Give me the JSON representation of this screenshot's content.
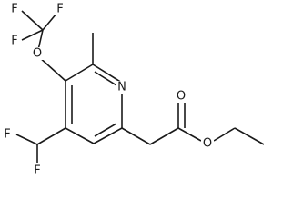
{
  "diagram": {
    "atoms": [
      {
        "id": "F1",
        "label": "F"
      },
      {
        "id": "F2",
        "label": "F"
      },
      {
        "id": "F3",
        "label": "F"
      },
      {
        "id": "O_ether",
        "label": "O"
      },
      {
        "id": "N_ring",
        "label": "N"
      },
      {
        "id": "O_carbonyl",
        "label": "O"
      },
      {
        "id": "O_ester",
        "label": "O"
      },
      {
        "id": "F4",
        "label": "F"
      },
      {
        "id": "F5",
        "label": "F"
      }
    ]
  }
}
